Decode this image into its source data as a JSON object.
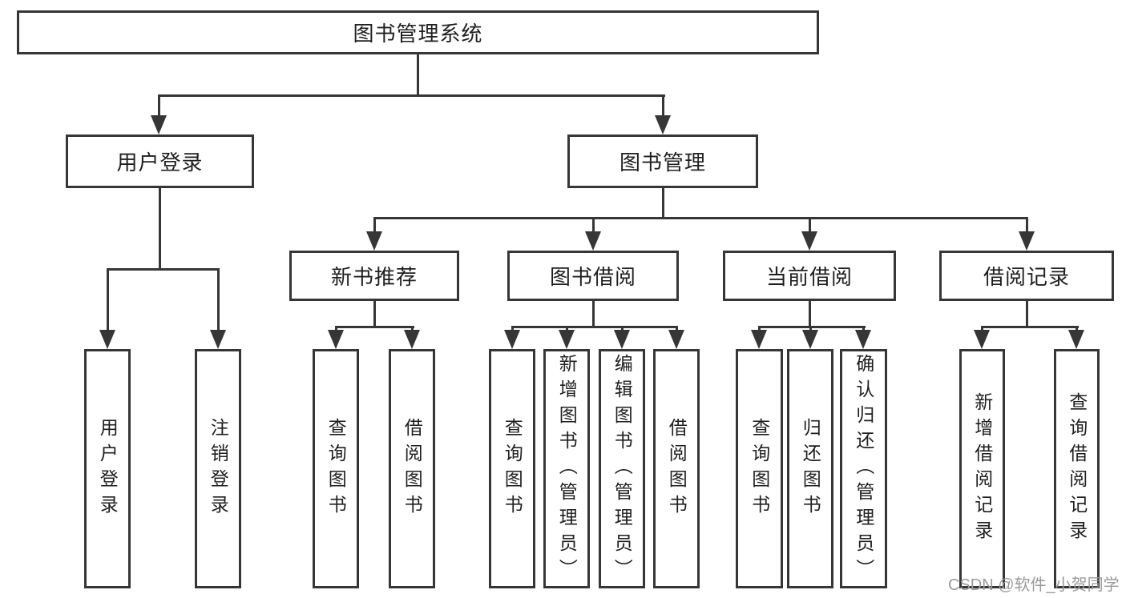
{
  "tree": {
    "label": "图书管理系统",
    "children": [
      {
        "label": "用户登录",
        "children": [
          {
            "label": "用户登录"
          },
          {
            "label": "注销登录"
          }
        ]
      },
      {
        "label": "图书管理",
        "children": [
          {
            "label": "新书推荐",
            "children": [
              {
                "label": "查询图书"
              },
              {
                "label": "借阅图书"
              }
            ]
          },
          {
            "label": "图书借阅",
            "children": [
              {
                "label": "查询图书"
              },
              {
                "label": "新增图书（管理员）"
              },
              {
                "label": "编辑图书（管理员）"
              },
              {
                "label": "借阅图书"
              }
            ]
          },
          {
            "label": "当前借阅",
            "children": [
              {
                "label": "查询图书"
              },
              {
                "label": "归还图书"
              },
              {
                "label": "确认归还（管理员）"
              }
            ]
          },
          {
            "label": "借阅记录",
            "children": [
              {
                "label": "新增借阅记录"
              },
              {
                "label": "查询借阅记录"
              }
            ]
          }
        ]
      }
    ]
  },
  "watermark": {
    "text": "CSDN @软件_小贺同学"
  },
  "colors": {
    "line": "#363636",
    "text": "#1f1f1f",
    "background": "#ffffff",
    "watermark": "#9a9a9a"
  }
}
